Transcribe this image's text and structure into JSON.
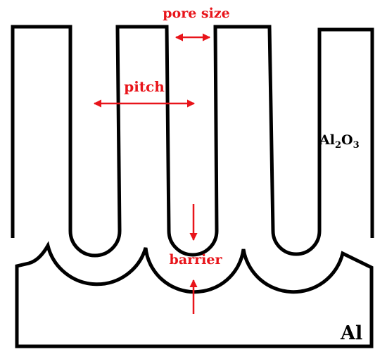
{
  "labels": {
    "pore_size": "pore size",
    "pitch": "pitch",
    "barrier": "barrier",
    "oxide_main": "Al",
    "oxide_sub_1": "2",
    "oxide_mid": "O",
    "oxide_sub_2": "3",
    "metal": "Al"
  },
  "colors": {
    "annotation": "#e8141a",
    "outline": "#000000",
    "background": "#ffffff"
  }
}
